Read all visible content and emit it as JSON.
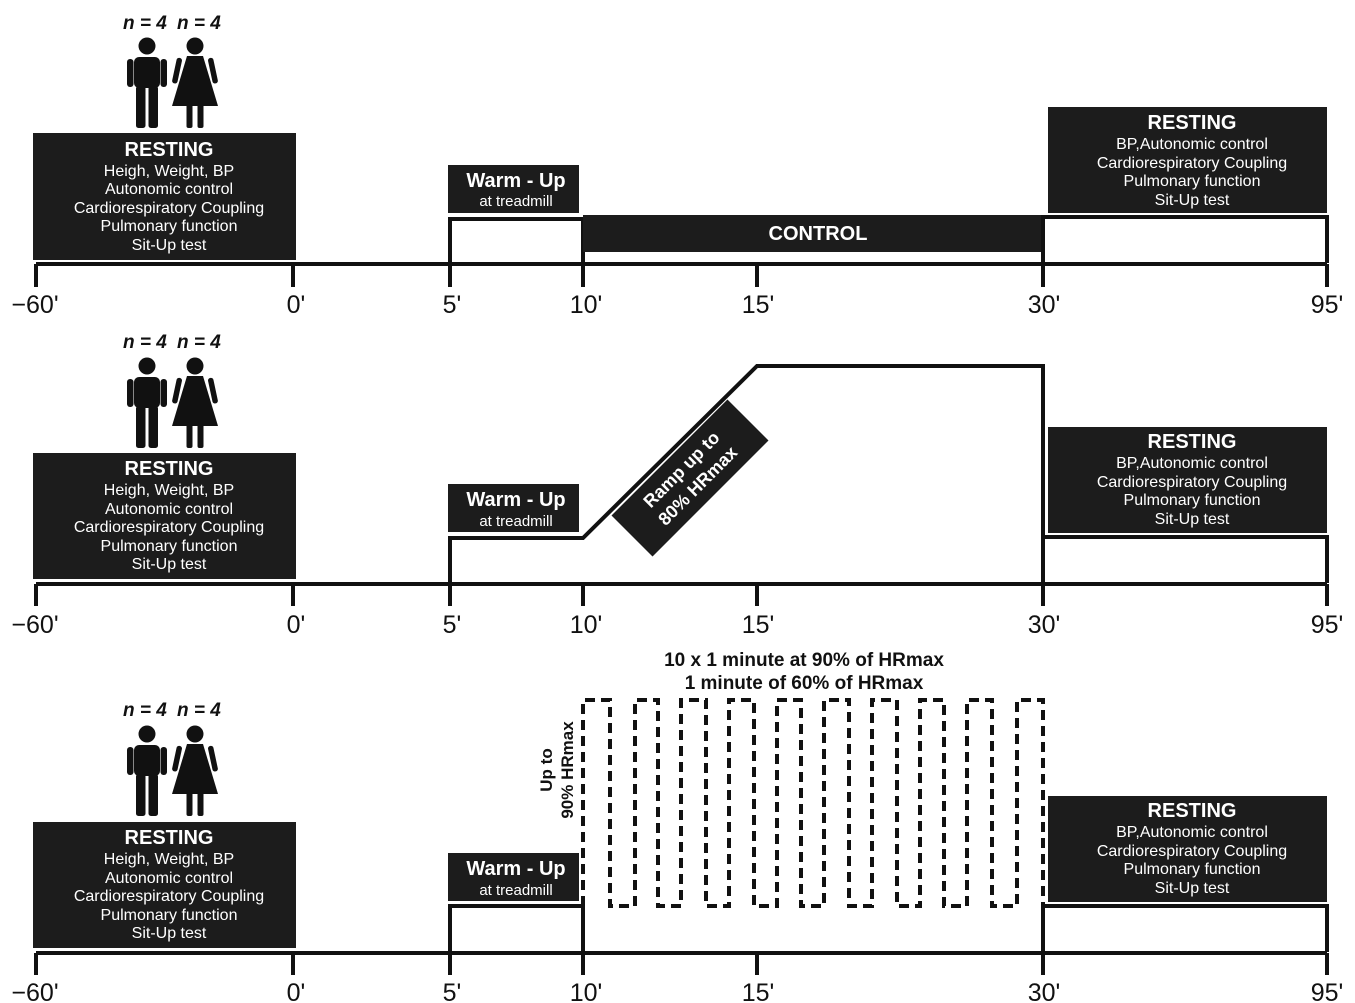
{
  "timeline": {
    "ticks": [
      "−60'",
      "0'",
      "5'",
      "10'",
      "15'",
      "30'",
      "95'"
    ]
  },
  "participants": {
    "male": "n = 4",
    "female": "n = 4"
  },
  "resting_pre": {
    "title": "RESTING",
    "lines": [
      "Heigh, Weight, BP",
      "Autonomic control",
      "Cardiorespiratory Coupling",
      "Pulmonary function",
      "Sit-Up test"
    ]
  },
  "resting_post": {
    "title": "RESTING",
    "lines": [
      "BP,Autonomic control",
      "Cardiorespiratory Coupling",
      "Pulmonary function",
      "Sit-Up test"
    ]
  },
  "warmup": {
    "title": "Warm - Up",
    "sub": "at treadmill"
  },
  "protocols": [
    {
      "id": "control",
      "label": "CONTROL"
    },
    {
      "id": "ramp",
      "label_line1": "Ramp up to",
      "label_line2": "80% HRmax"
    },
    {
      "id": "hiit",
      "caption_line1": "10 x 1 minute at 90% of HRmax",
      "caption_line2": "1 minute of 60% of HRmax",
      "side_line1": "Up to",
      "side_line2": "90% HRmax"
    }
  ]
}
